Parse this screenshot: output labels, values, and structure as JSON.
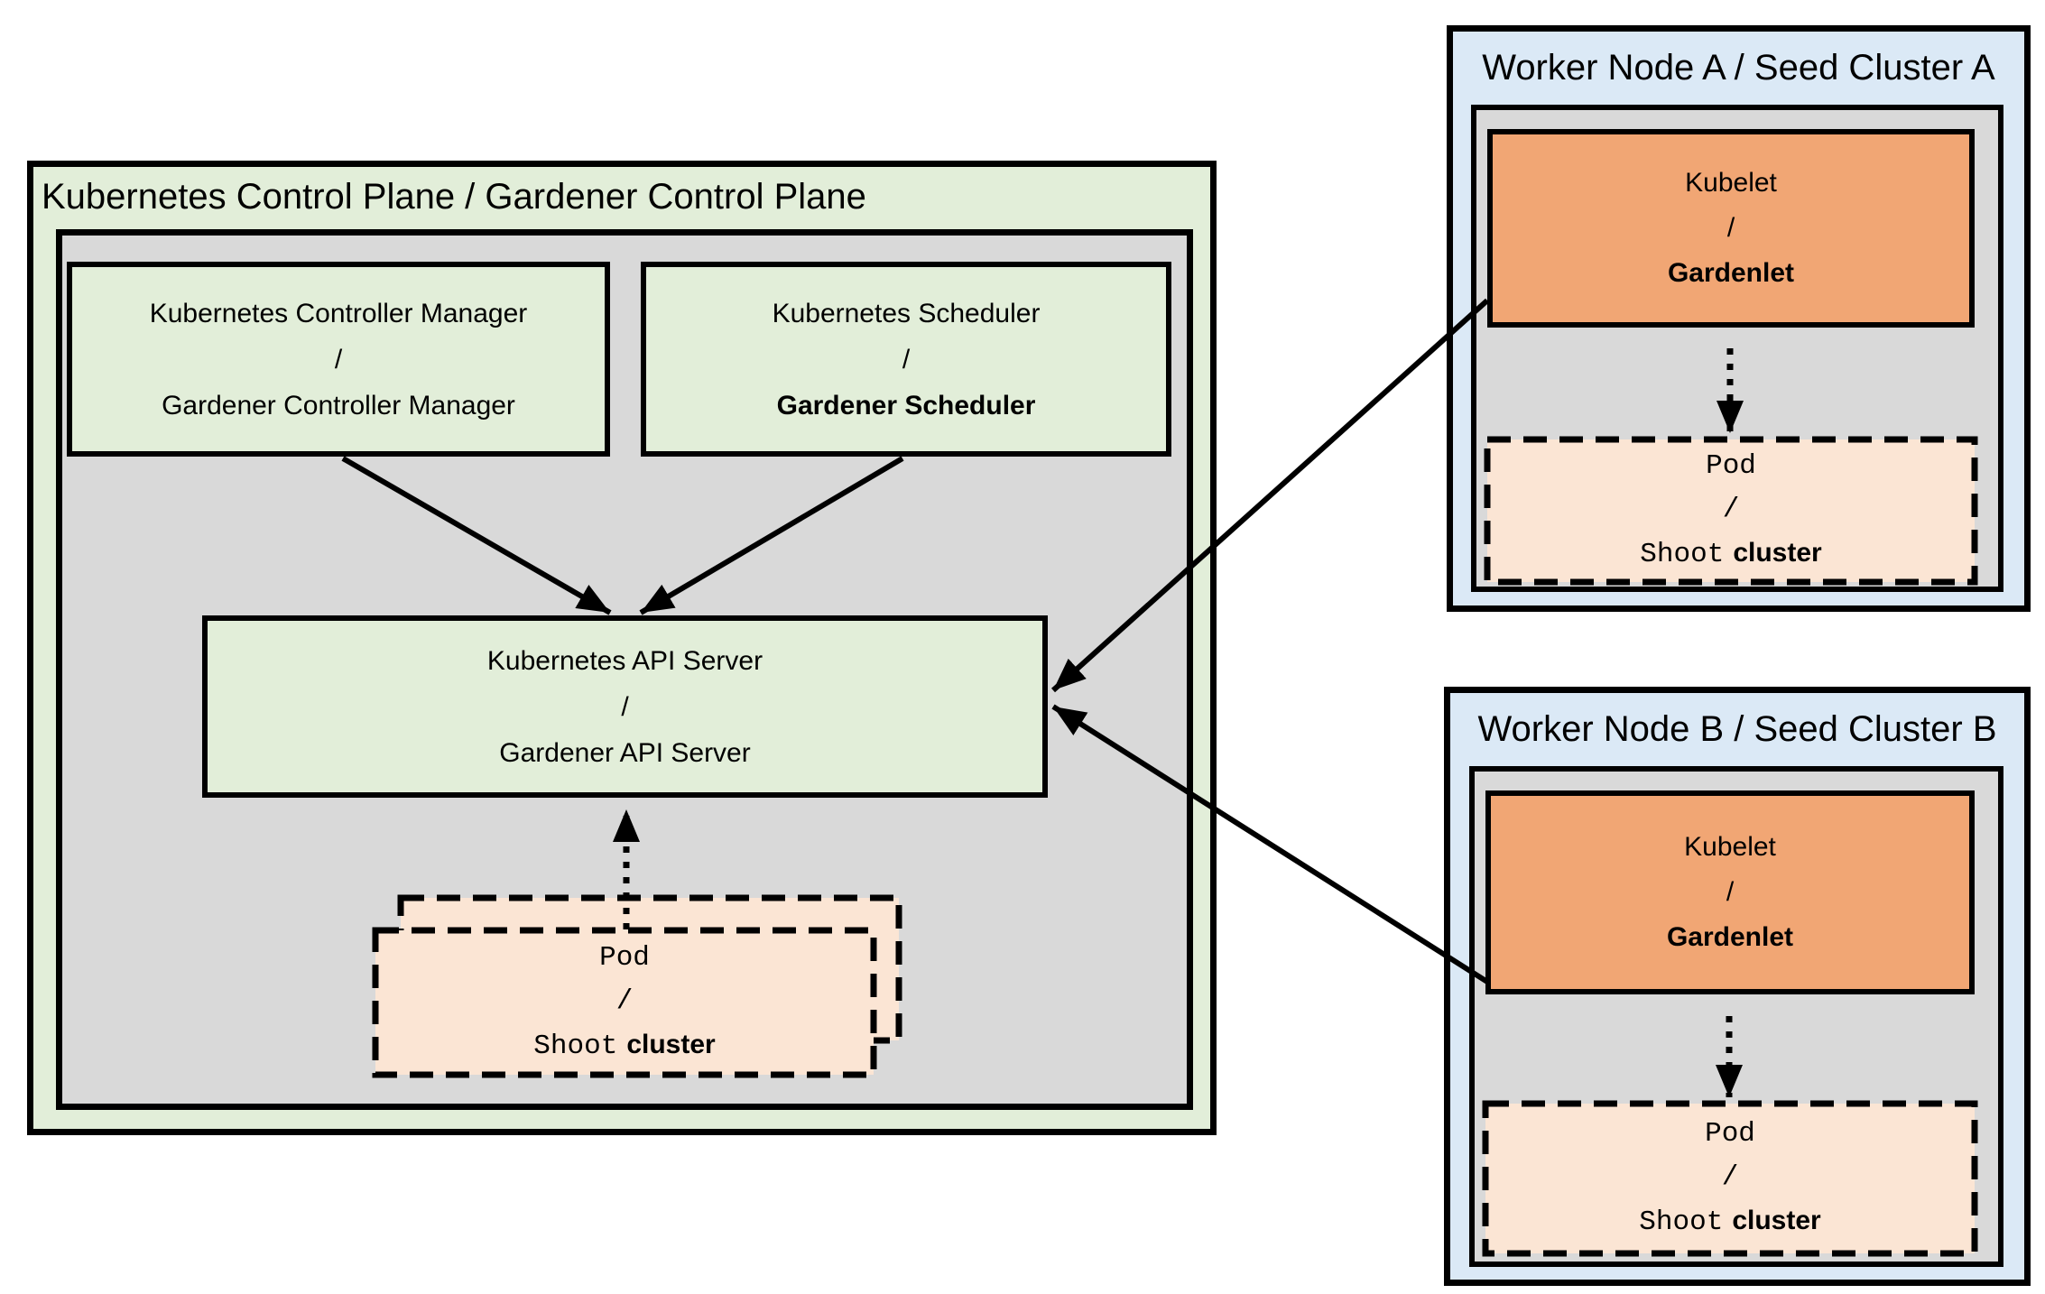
{
  "colors": {
    "green": "#e2eed9",
    "gray": "#d9d9d9",
    "blue": "#dbe9f6",
    "orange": "#f1a674",
    "peach": "#fbe5d4",
    "line": "#000000",
    "background": "#ffffff"
  },
  "control_plane": {
    "title": "Kubernetes Control Plane / Gardener Control Plane",
    "controller_manager": {
      "line1": "Kubernetes Controller Manager",
      "separator": "/",
      "line2": "Gardener Controller Manager"
    },
    "scheduler": {
      "line1": "Kubernetes Scheduler",
      "separator": "/",
      "line2": "Gardener Scheduler"
    },
    "api_server": {
      "line1": "Kubernetes API Server",
      "separator": "/",
      "line2": "Gardener API Server"
    },
    "pod_stack": {
      "line1": "Pod",
      "separator": "/",
      "line2_code": "Shoot",
      "line2_plain": "cluster"
    }
  },
  "worker_node_a": {
    "title": "Worker Node A / Seed Cluster A",
    "kubelet": {
      "line1": "Kubelet",
      "separator": "/",
      "line2": "Gardenlet"
    },
    "pod": {
      "line1": "Pod",
      "separator": "/",
      "line2_code": "Shoot",
      "line2_plain": "cluster"
    }
  },
  "worker_node_b": {
    "title": "Worker Node B / Seed Cluster B",
    "kubelet": {
      "line1": "Kubelet",
      "separator": "/",
      "line2": "Gardenlet"
    },
    "pod": {
      "line1": "Pod",
      "separator": "/",
      "line2_code": "Shoot",
      "line2_plain": "cluster"
    }
  }
}
